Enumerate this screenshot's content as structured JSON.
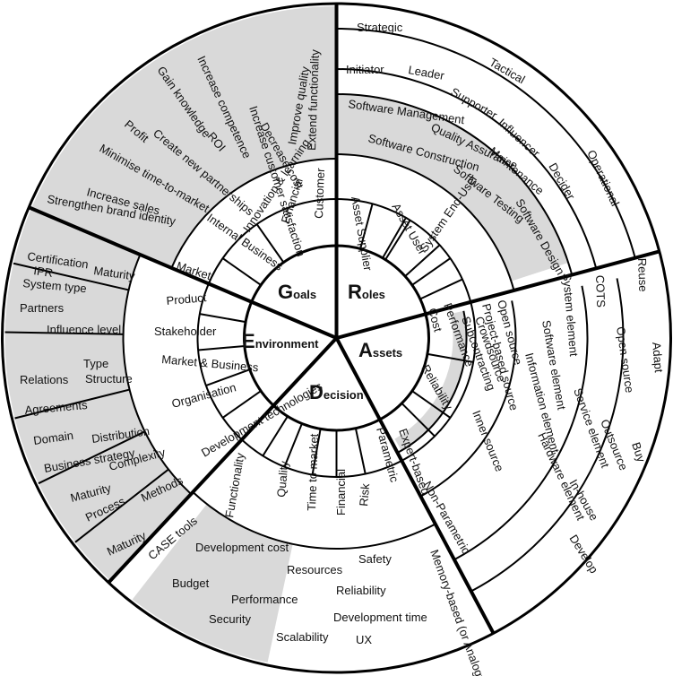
{
  "core": {
    "goals": {
      "initial": "G",
      "rest": "oals"
    },
    "roles": {
      "initial": "R",
      "rest": "oles"
    },
    "assets": {
      "initial": "A",
      "rest": "ssets"
    },
    "decision": {
      "initial": "D",
      "rest": "ecision"
    },
    "environment": {
      "initial": "E",
      "rest": "nvironment"
    }
  },
  "goals": {
    "subcategories": [
      "Customer",
      "Financial",
      "Innovation & learning",
      "Internal Business",
      "Market"
    ],
    "items": [
      "Extend functionality",
      "Improve quality",
      "Increase customer satisfaction",
      "Decrease cost",
      "Increase competence",
      "ROI",
      "Gain knowledge",
      "Create new partnerships",
      "Profit",
      "Minimise time-to-market",
      "Increase sales",
      "Strengthen brand identity"
    ]
  },
  "roles": {
    "subcategories": [
      "Asset Supplier",
      "Asset User",
      "System End-User"
    ],
    "levels": [
      "Strategic",
      "Tactical",
      "Operational"
    ],
    "role_types": [
      "Initiator",
      "Leader",
      "Supporter",
      "Influencer",
      "Decider"
    ],
    "functions": [
      "Software Management",
      "Quality Assurance",
      "Software Construction",
      "Maintenance",
      "Software Testing",
      "Software Design"
    ]
  },
  "assets": {
    "subcategories": [
      "Performance",
      "Cost",
      "Reliability"
    ],
    "sources": [
      "Open source",
      "Project-based source",
      "Crowdsource",
      "Subcontracting",
      "Inner source"
    ],
    "elements": [
      "System element",
      "Software element",
      "Information element",
      "Service element",
      "Hardware element"
    ],
    "origins": [
      "COTS",
      "Open source",
      "Outsource",
      "In-house"
    ],
    "strategies": [
      "Reuse",
      "Adapt",
      "Buy",
      "Develop"
    ]
  },
  "decision": {
    "subcategories": [
      "Functionality",
      "Quality",
      "Time to market",
      "Financial",
      "Risk"
    ],
    "methods": [
      "Parametric",
      "Expert-based",
      "Non-Parametric",
      "Memory-based (or Analogy)"
    ],
    "items": [
      "Development cost",
      "Resources",
      "Safety",
      "Budget",
      "Performance",
      "Reliability",
      "Development time",
      "Security",
      "Scalability",
      "UX"
    ]
  },
  "environment": {
    "subcategories": [
      "Product",
      "Stakeholder",
      "Market & Business",
      "Organisation",
      "Development technologies"
    ],
    "items": [
      "Certification",
      "IPR",
      "Maturity",
      "System type",
      "Partners",
      "Influence level",
      "Relations",
      "Type",
      "Structure",
      "Agreements",
      "Domain",
      "Distribution",
      "Business strategy",
      "Complexity",
      "Maturity",
      "Process",
      "Methods",
      "Maturity",
      "CASE tools"
    ]
  },
  "colors": {
    "fill": "#d9d9d9",
    "line": "#000000",
    "background": "#ffffff"
  }
}
